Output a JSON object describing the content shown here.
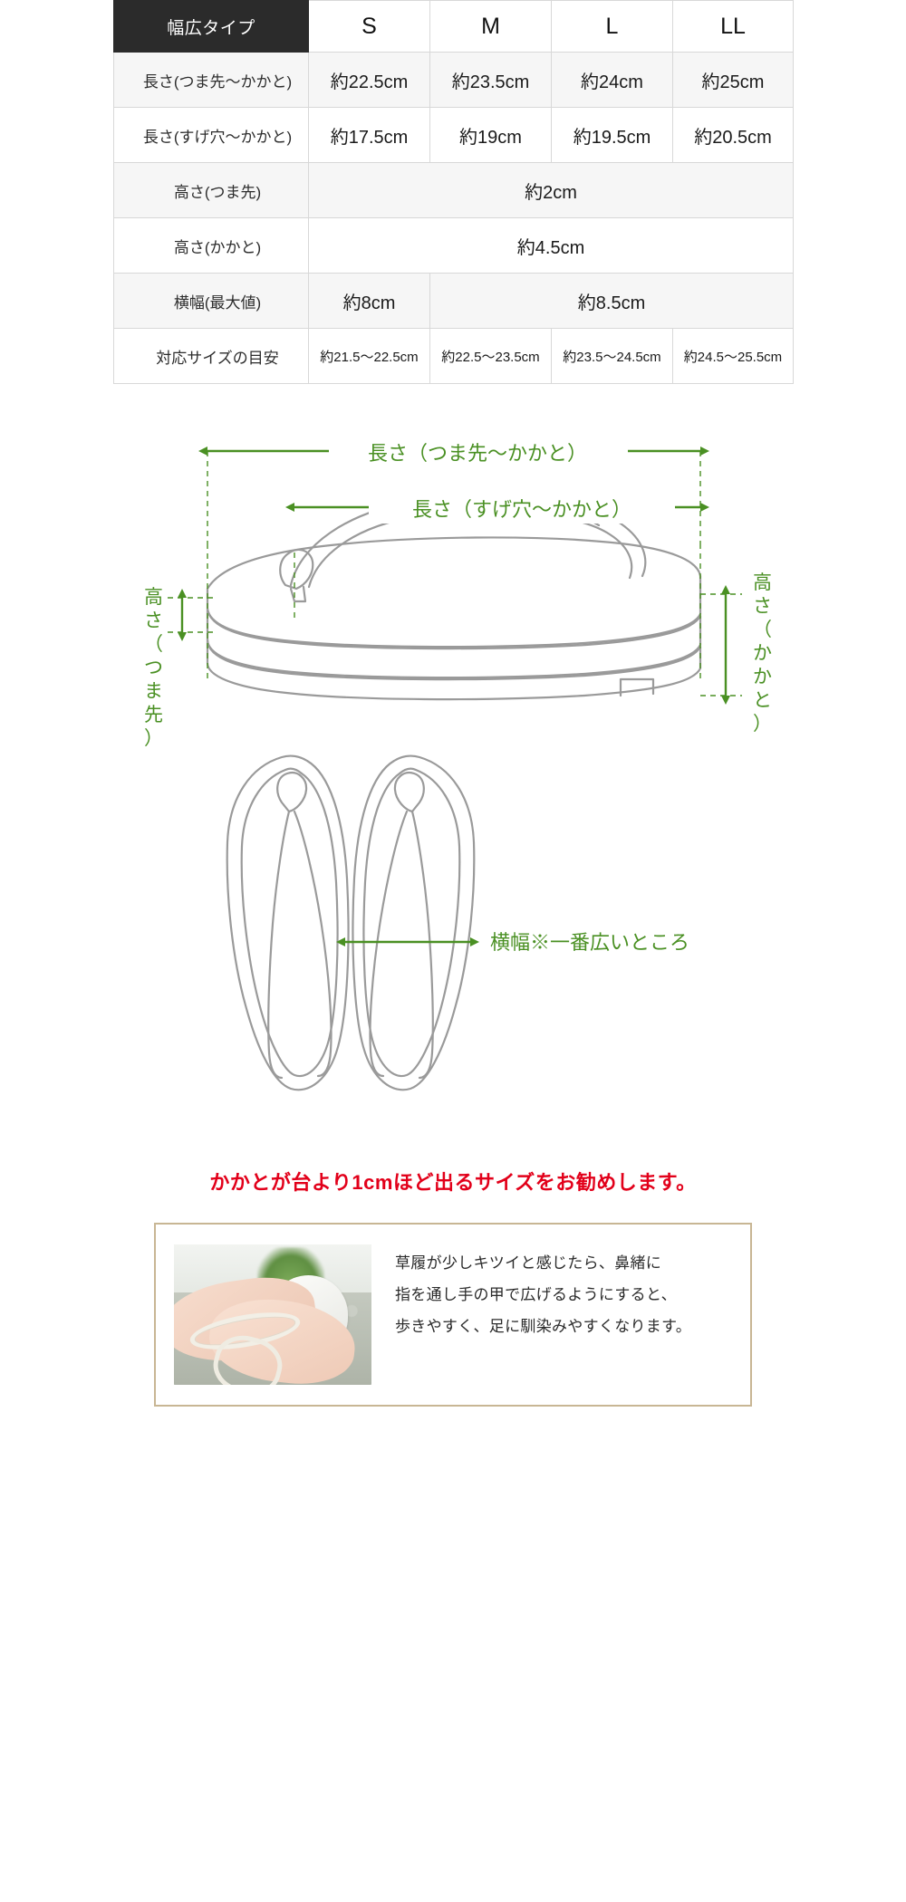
{
  "table": {
    "corner_label": "幅広タイプ",
    "size_headers": [
      "S",
      "M",
      "L",
      "LL"
    ],
    "rows": [
      {
        "label": "長さ(つま先〜かかと)",
        "shaded": true,
        "cells": [
          {
            "text": "約22.5cm",
            "span": 1
          },
          {
            "text": "約23.5cm",
            "span": 1
          },
          {
            "text": "約24cm",
            "span": 1
          },
          {
            "text": "約25cm",
            "span": 1
          }
        ]
      },
      {
        "label": "長さ(すげ穴〜かかと)",
        "shaded": false,
        "cells": [
          {
            "text": "約17.5cm",
            "span": 1
          },
          {
            "text": "約19cm",
            "span": 1
          },
          {
            "text": "約19.5cm",
            "span": 1
          },
          {
            "text": "約20.5cm",
            "span": 1
          }
        ]
      },
      {
        "label": "高さ(つま先)",
        "shaded": true,
        "cells": [
          {
            "text": "約2cm",
            "span": 4
          }
        ]
      },
      {
        "label": "高さ(かかと)",
        "shaded": false,
        "cells": [
          {
            "text": "約4.5cm",
            "span": 4
          }
        ]
      },
      {
        "label": "横幅(最大値)",
        "shaded": true,
        "cells": [
          {
            "text": "約8cm",
            "span": 1
          },
          {
            "text": "約8.5cm",
            "span": 3
          }
        ]
      },
      {
        "label": "対応サイズの目安",
        "shaded": false,
        "small": true,
        "cells": [
          {
            "text": "約21.5〜22.5cm",
            "span": 1
          },
          {
            "text": "約22.5〜23.5cm",
            "span": 1
          },
          {
            "text": "約23.5〜24.5cm",
            "span": 1
          },
          {
            "text": "約24.5〜25.5cm",
            "span": 1
          }
        ]
      }
    ]
  },
  "diagram": {
    "accent_color": "#4a9023",
    "outline_color": "#9a9a9a",
    "labels": {
      "length_toe_heel": "長さ（つま先〜かかと）",
      "length_hole_heel": "長さ（すげ穴〜かかと）",
      "height_toe": "高さ（つま先）",
      "height_heel": "高さ（かかと）",
      "width": "横幅※一番広いところ"
    }
  },
  "note": {
    "text": "かかとが台より1cmほど出るサイズをお勧めします。",
    "color": "#e2001a"
  },
  "tip": {
    "border_color": "#c8b694",
    "photo_alt": "zori-in-hands-photo",
    "lines": [
      "草履が少しキツイと感じたら、鼻緒に",
      "指を通し手の甲で広げるようにすると、",
      "歩きやすく、足に馴染みやすくなります。"
    ]
  }
}
